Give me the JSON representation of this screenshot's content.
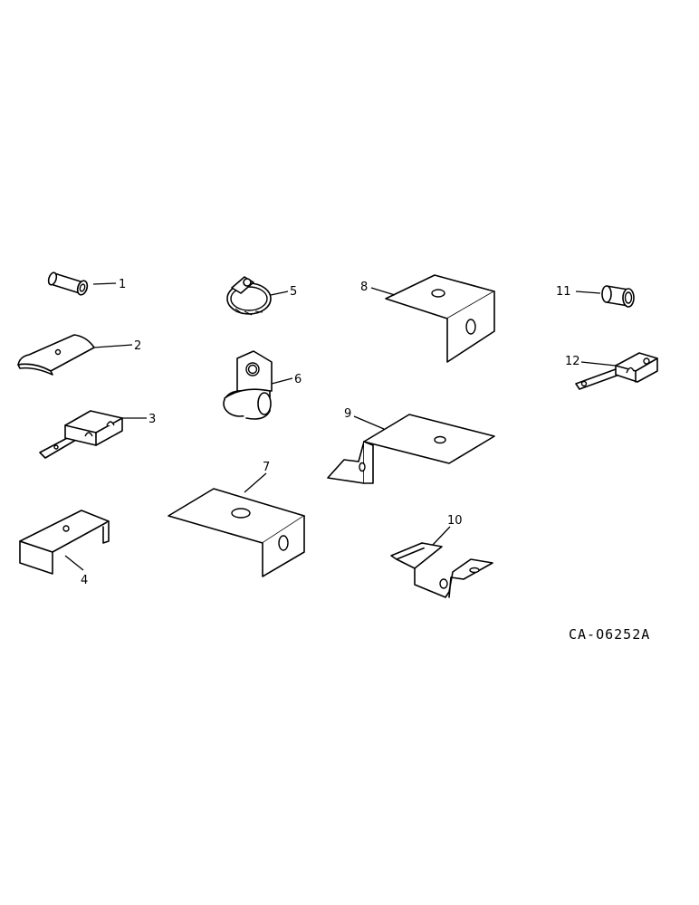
{
  "callouts": [
    "1",
    "2",
    "3",
    "4",
    "5",
    "6",
    "7",
    "8",
    "9",
    "10",
    "11",
    "12"
  ],
  "drawing_code": "CA-O6252A",
  "colors": {
    "line": "#000000",
    "paper": "#ffffff"
  }
}
